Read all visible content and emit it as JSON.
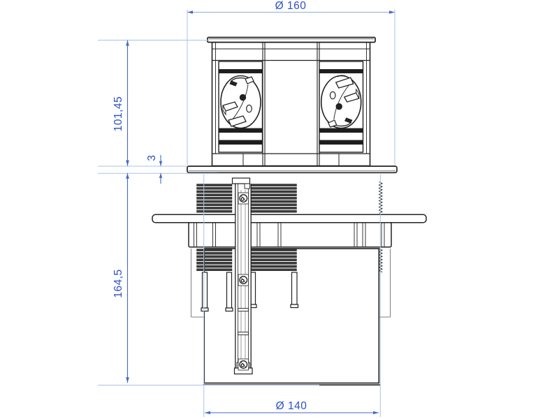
{
  "drawing": {
    "type": "technical-dimension-drawing",
    "subject": "pop-up-table-socket-side-view",
    "dimensions": {
      "top_diameter": "Ø 160",
      "upper_height": "101,45",
      "flange_thickness": "3",
      "lower_height": "164,5",
      "bottom_diameter": "Ø 140"
    },
    "colors": {
      "dimension_line": "#4468cc",
      "extension_line": "#a9c3e4",
      "dimension_text": "#2b4fc9",
      "drawing_line": "#222222",
      "rib_fill": "#3c3c3c",
      "background": "#ffffff"
    }
  }
}
